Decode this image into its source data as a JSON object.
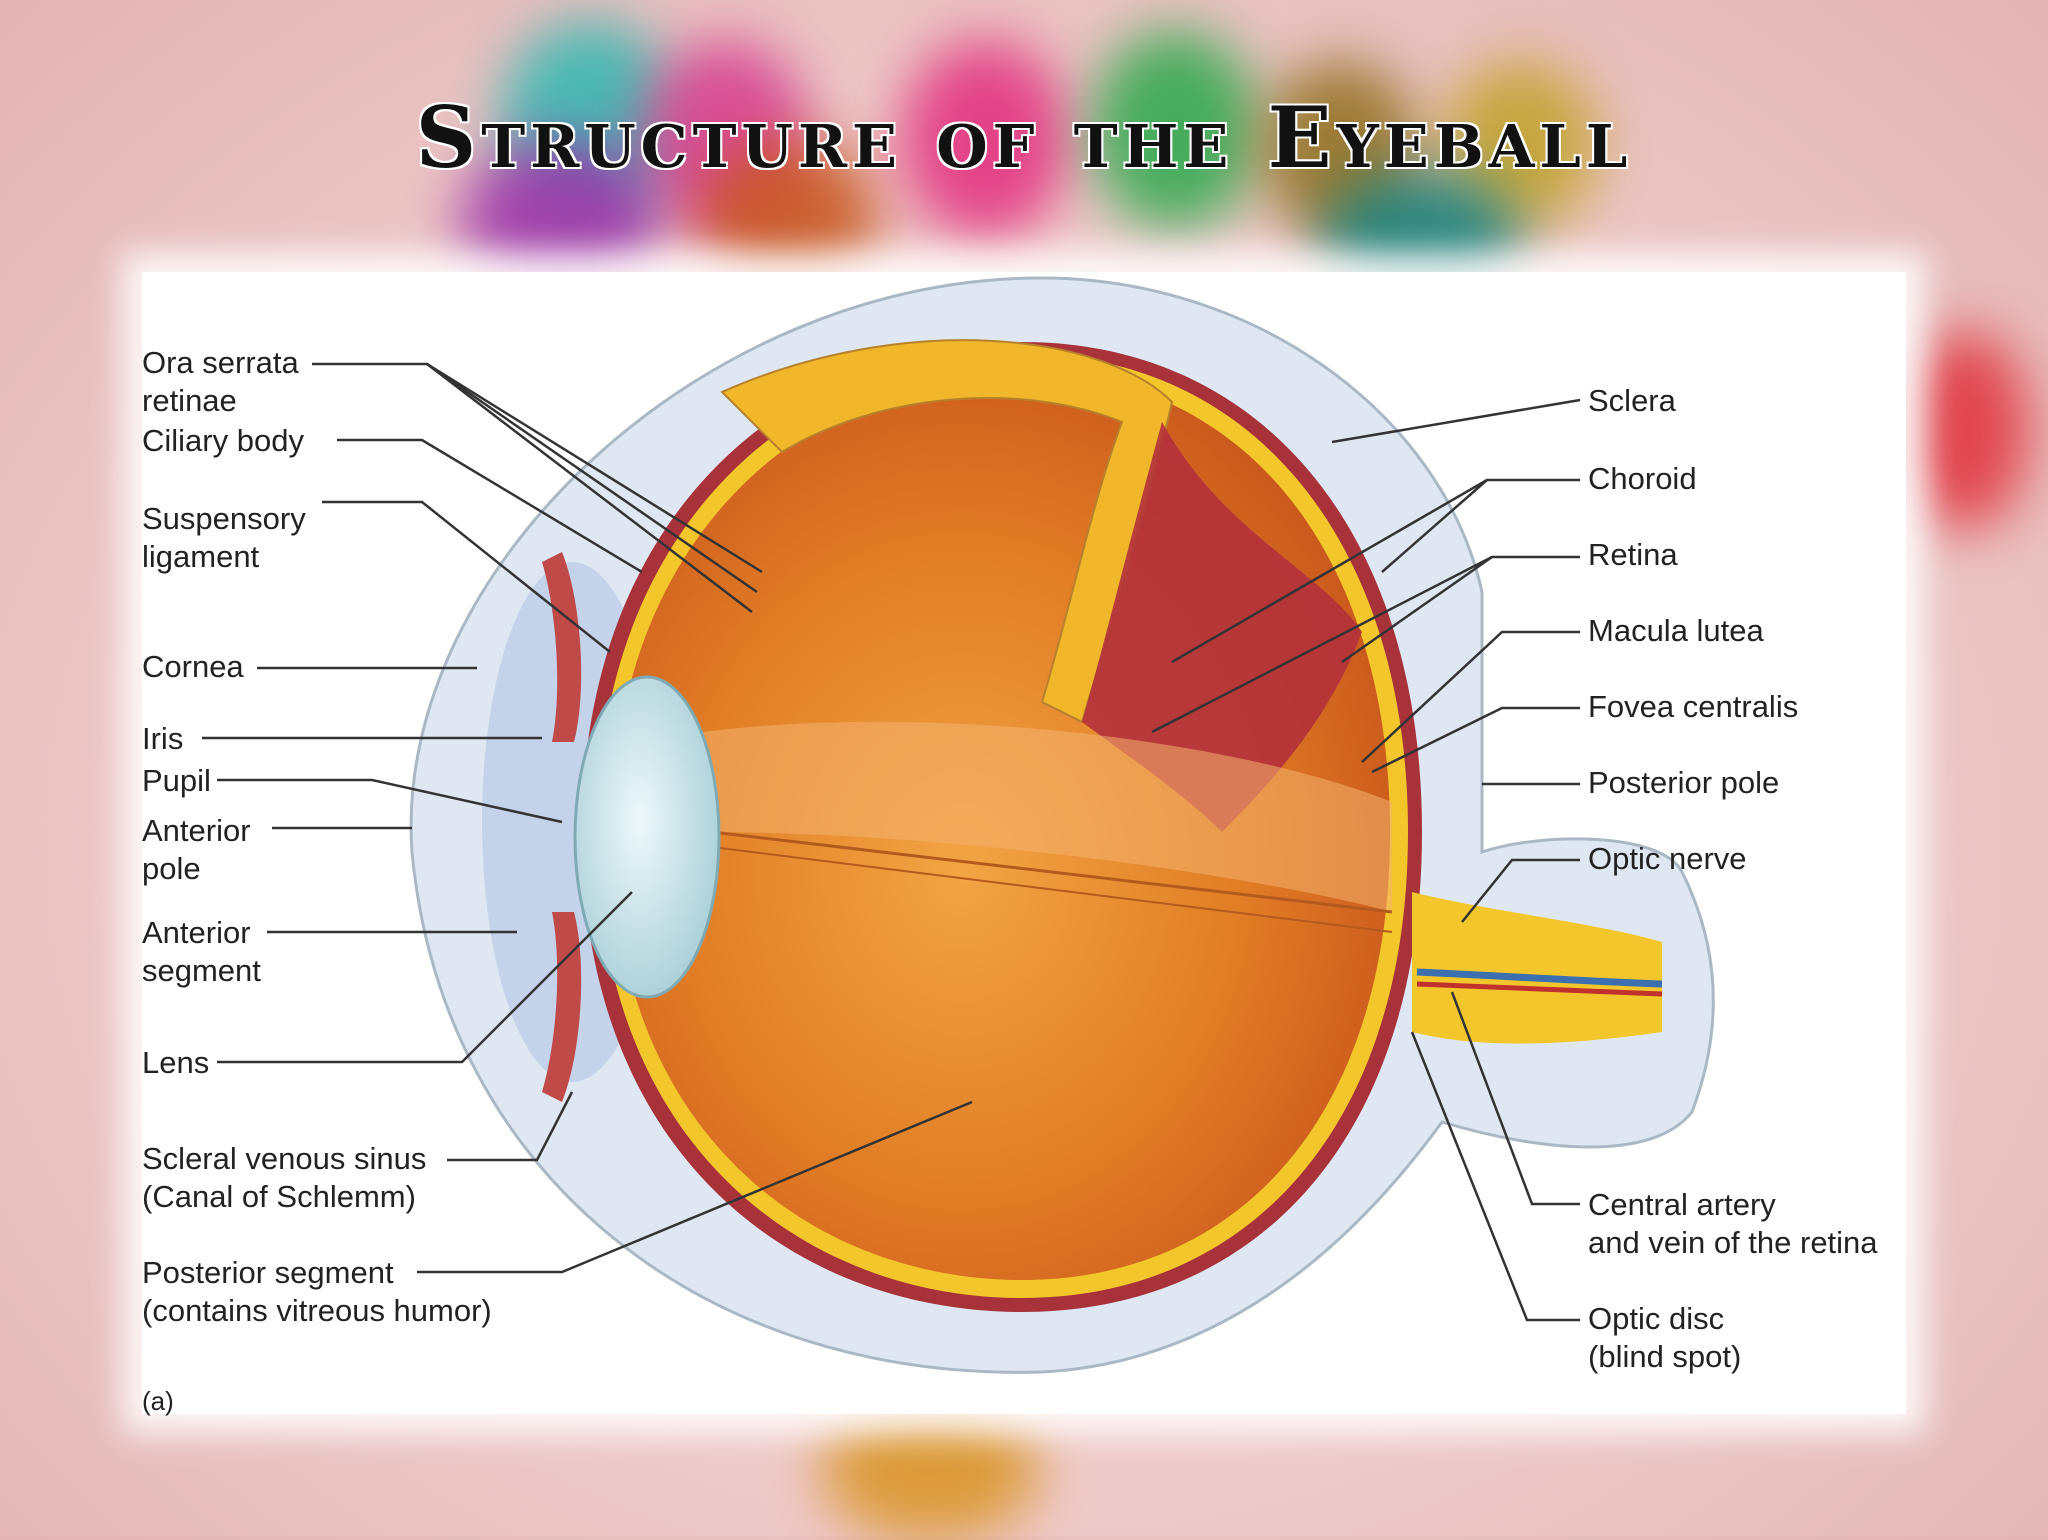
{
  "title": "Structure of the Eyeball",
  "left_labels": [
    {
      "id": "ora-serrata",
      "lines": [
        "Ora serrata",
        "retinae"
      ]
    },
    {
      "id": "ciliary-body",
      "lines": [
        "Ciliary body"
      ]
    },
    {
      "id": "suspensory-ligament",
      "lines": [
        "Suspensory",
        "ligament"
      ]
    },
    {
      "id": "cornea",
      "lines": [
        "Cornea"
      ]
    },
    {
      "id": "iris",
      "lines": [
        "Iris"
      ]
    },
    {
      "id": "pupil",
      "lines": [
        "Pupil"
      ]
    },
    {
      "id": "anterior-pole",
      "lines": [
        "Anterior",
        "pole"
      ]
    },
    {
      "id": "anterior-segment",
      "lines": [
        "Anterior",
        "segment"
      ]
    },
    {
      "id": "lens",
      "lines": [
        "Lens"
      ]
    },
    {
      "id": "scleral-venous-sinus",
      "lines": [
        "Scleral venous sinus",
        "(Canal of Schlemm)"
      ]
    },
    {
      "id": "posterior-segment",
      "lines": [
        "Posterior segment",
        "(contains vitreous humor)"
      ]
    }
  ],
  "right_labels": [
    {
      "id": "sclera",
      "lines": [
        "Sclera"
      ]
    },
    {
      "id": "choroid",
      "lines": [
        "Choroid"
      ]
    },
    {
      "id": "retina",
      "lines": [
        "Retina"
      ]
    },
    {
      "id": "macula-lutea",
      "lines": [
        "Macula lutea"
      ]
    },
    {
      "id": "fovea-centralis",
      "lines": [
        "Fovea centralis"
      ]
    },
    {
      "id": "posterior-pole",
      "lines": [
        "Posterior pole"
      ]
    },
    {
      "id": "optic-nerve",
      "lines": [
        "Optic nerve"
      ]
    },
    {
      "id": "central-artery-vein",
      "lines": [
        "Central artery",
        "and vein of the retina"
      ]
    },
    {
      "id": "optic-disc",
      "lines": [
        "Optic disc",
        "(blind spot)"
      ]
    }
  ],
  "figure_tag": "(a)",
  "colors": {
    "sclera": "#dfe8f2",
    "choroid": "#a8323a",
    "retina": "#f3c62b",
    "vitreous": "#e07a22",
    "lens": "#cfe6ea",
    "leader_line": "#333333"
  }
}
